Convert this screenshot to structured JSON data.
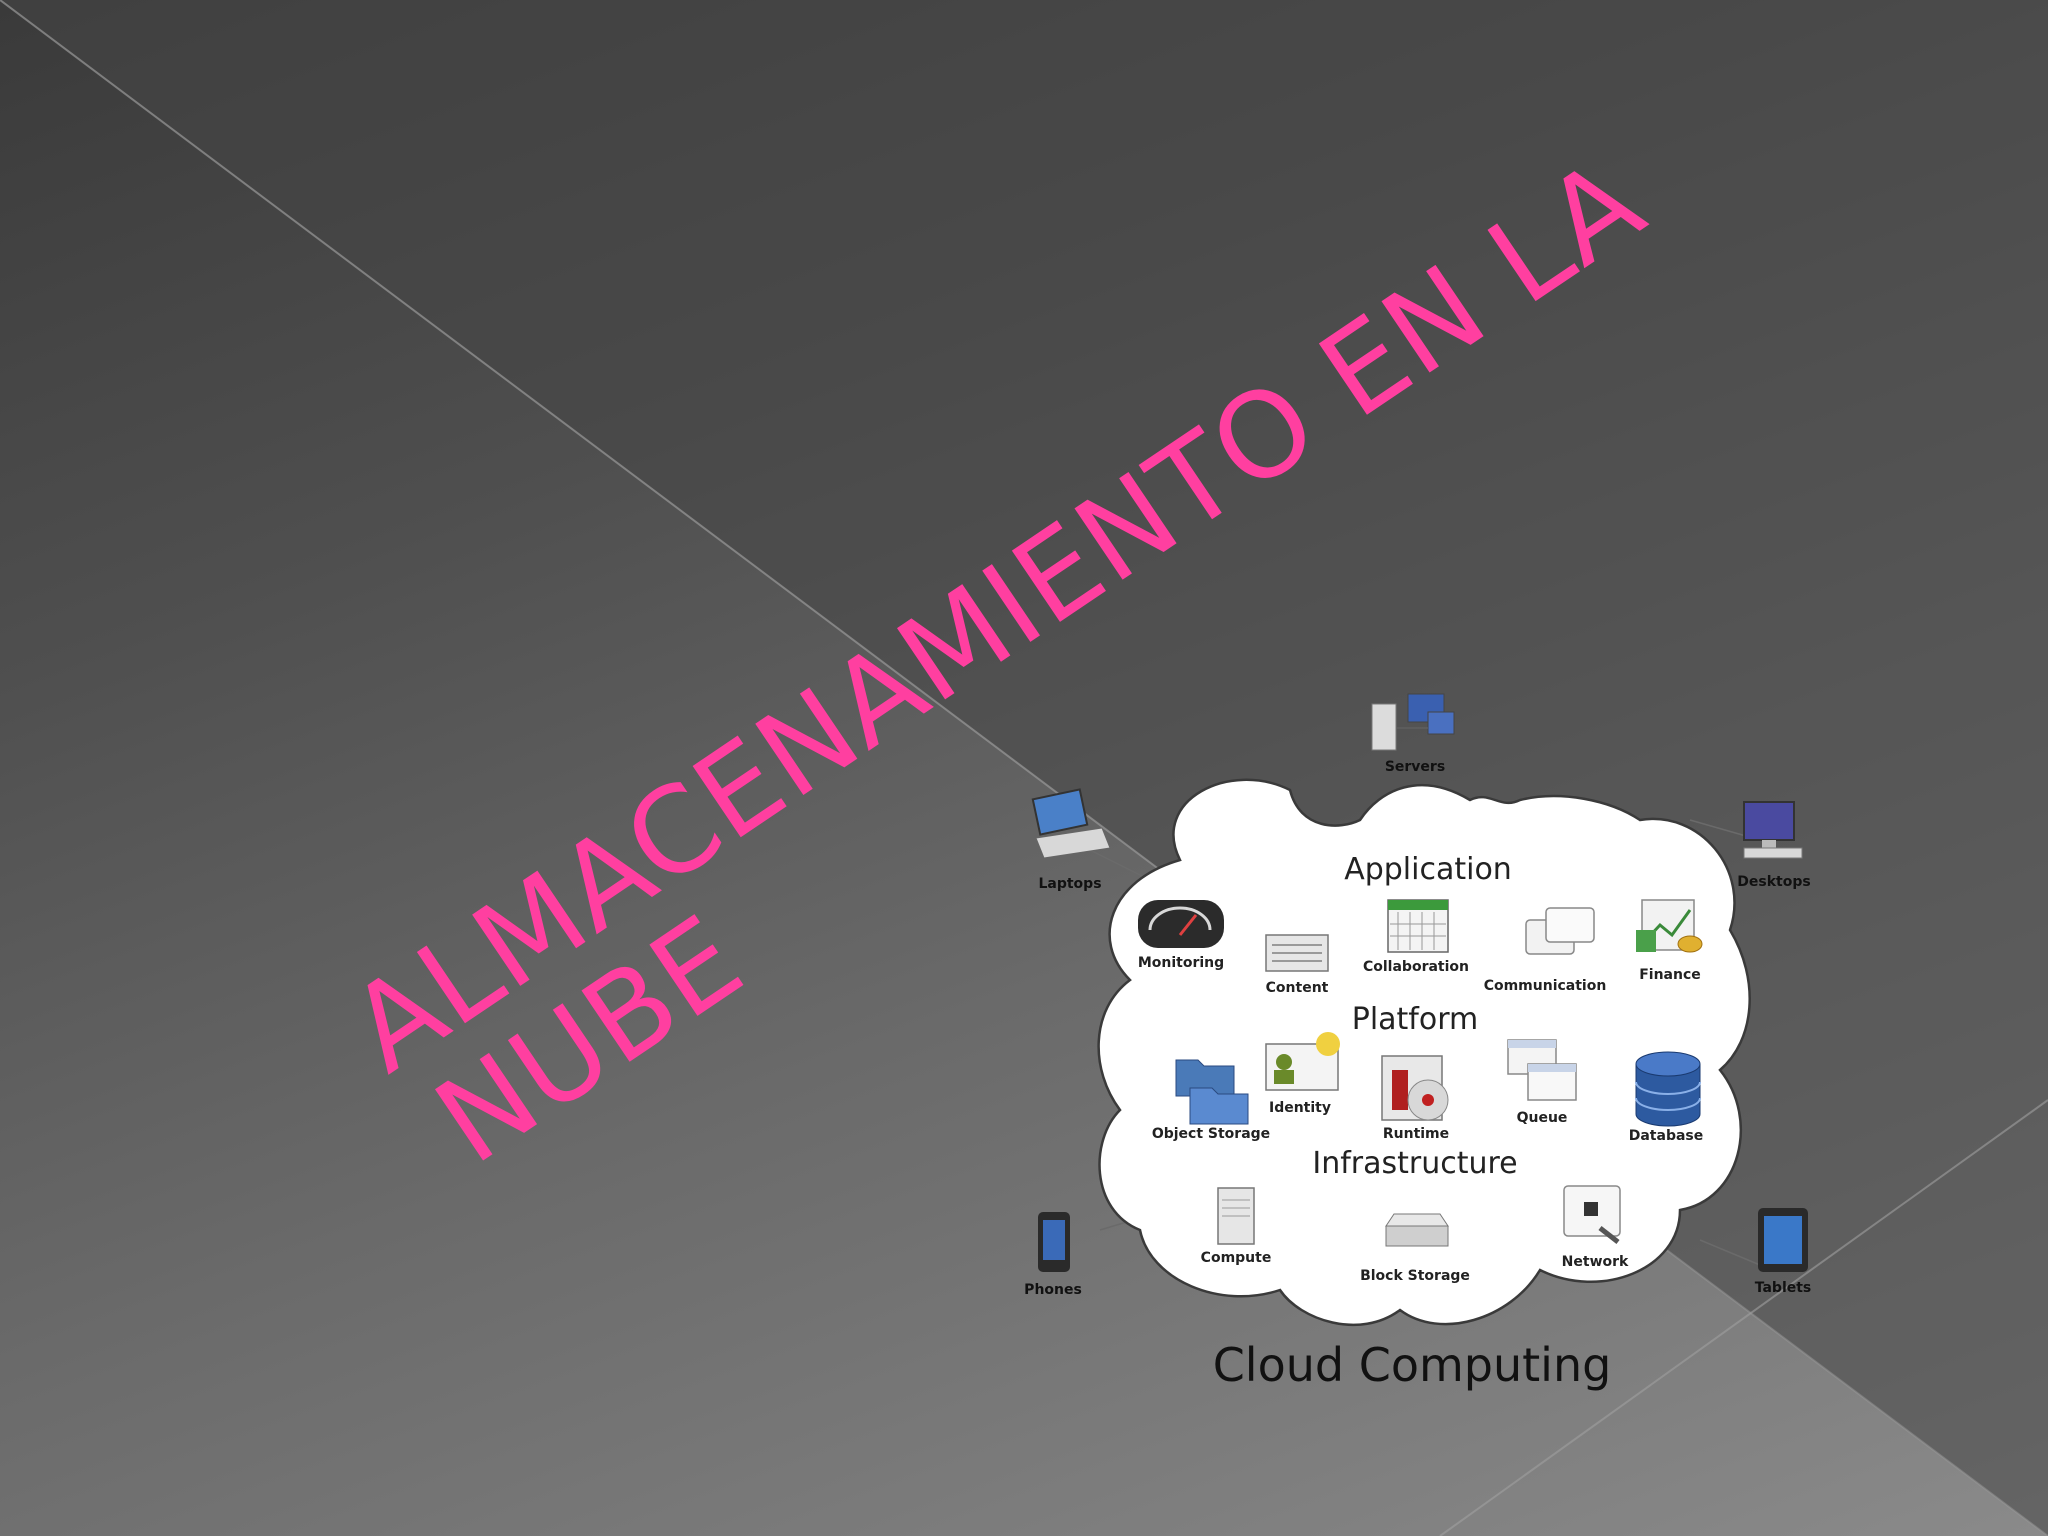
{
  "slide": {
    "title_line1": "ALMACENAMIENTO EN LA",
    "title_line2": "NUBE",
    "title_color": "#ff3fa0"
  },
  "diagram": {
    "caption": "Cloud Computing",
    "layers": {
      "application": "Application",
      "platform": "Platform",
      "infrastructure": "Infrastructure"
    },
    "application_items": [
      "Monitoring",
      "Content",
      "Collaboration",
      "Communication",
      "Finance"
    ],
    "platform_items": [
      "Object Storage",
      "Identity",
      "Runtime",
      "Queue",
      "Database"
    ],
    "infrastructure_items": [
      "Compute",
      "Block Storage",
      "Network"
    ],
    "clients": {
      "servers": "Servers",
      "laptops": "Laptops",
      "desktops": "Desktops",
      "phones": "Phones",
      "tablets": "Tablets"
    }
  }
}
